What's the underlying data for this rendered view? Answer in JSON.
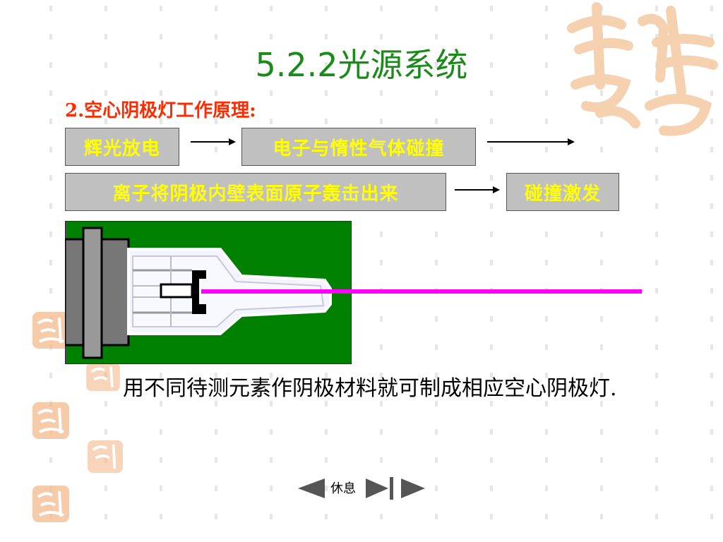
{
  "title": "5.2.2光源系统",
  "subtitle": "2.空心阴极灯工作原理:",
  "flow": {
    "box1": "辉光放电",
    "box2": "电子与惰性气体碰撞",
    "box3": "离子将阴极内壁表面原子轰击出来",
    "box4": "碰撞激发"
  },
  "body": "用不同待测元素作阴极材料就可制成相应空心阴极灯.",
  "nav": {
    "rest_label": "休息"
  },
  "colors": {
    "title": "#1a8a1a",
    "subtitle": "#ff2a00",
    "box_text": "#ffff00",
    "box_bg": "#c0c0c0",
    "lamp_bg": "#008000",
    "beam": "#ff00ff",
    "watermark": "#f5c9a3"
  },
  "icons": [
    "prev-triangle-icon",
    "next-triangle-icon",
    "end-triangle-icon",
    "seal-watermark-icon"
  ]
}
